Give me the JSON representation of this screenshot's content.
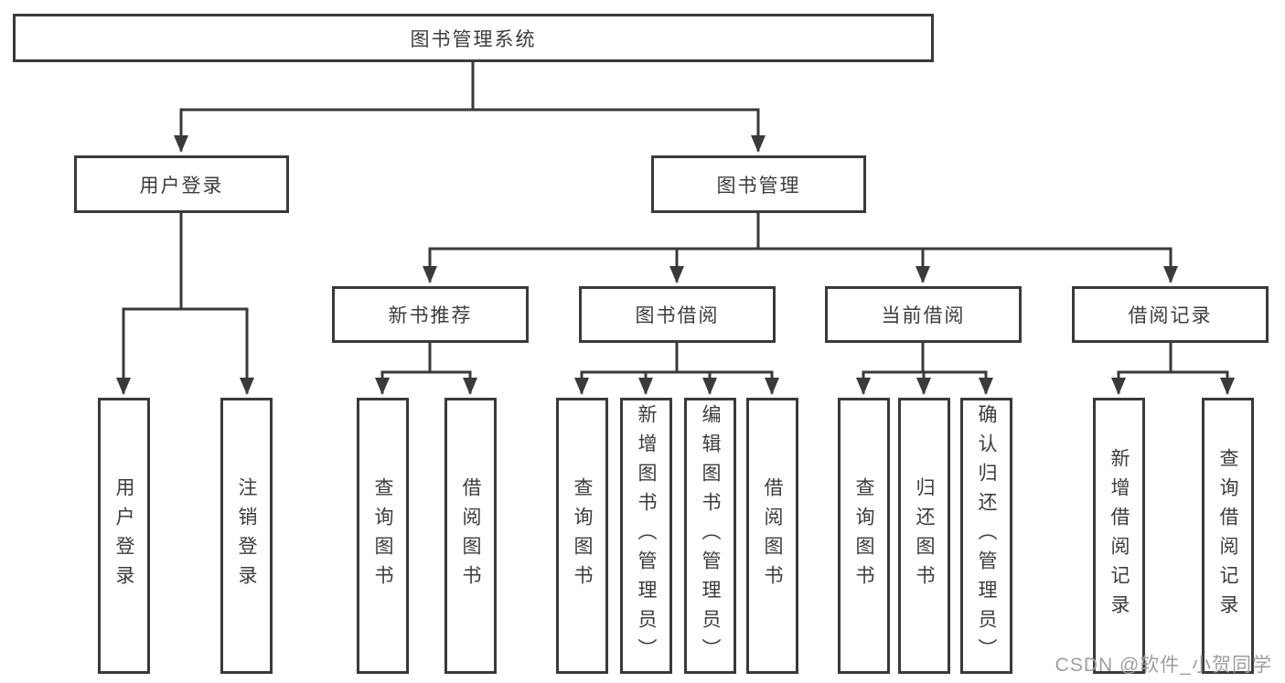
{
  "root": {
    "label": "图书管理系统"
  },
  "login": {
    "label": "用户登录",
    "leaves": [
      {
        "label": "用户登录"
      },
      {
        "label": "注销登录"
      }
    ]
  },
  "management": {
    "label": "图书管理",
    "groups": [
      {
        "label": "新书推荐",
        "leaves": [
          {
            "label": "查询图书"
          },
          {
            "label": "借阅图书"
          }
        ]
      },
      {
        "label": "图书借阅",
        "leaves": [
          {
            "label": "查询图书"
          },
          {
            "label": "新增图书（管理员）"
          },
          {
            "label": "编辑图书（管理员）"
          },
          {
            "label": "借阅图书"
          }
        ]
      },
      {
        "label": "当前借阅",
        "leaves": [
          {
            "label": "查询图书"
          },
          {
            "label": "归还图书"
          },
          {
            "label": "确认归还（管理员）"
          }
        ]
      },
      {
        "label": "借阅记录",
        "leaves": [
          {
            "label": "新增借阅记录"
          },
          {
            "label": "查询借阅记录"
          }
        ]
      }
    ]
  },
  "watermark": "CSDN @软件_小贺同学",
  "colors": {
    "line": "#3a3a3a",
    "box_border": "#3a3a3a",
    "box_fill": "#ffffff",
    "text": "#3c3c3c",
    "watermark": "#9e9e9e",
    "background": "#ffffff"
  }
}
